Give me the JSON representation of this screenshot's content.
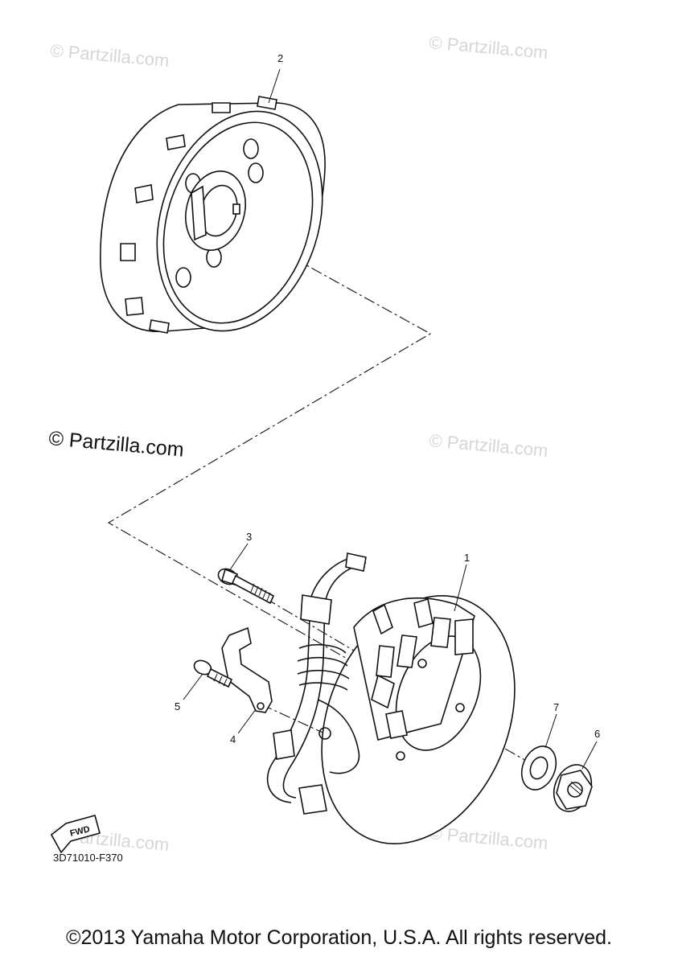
{
  "watermark": {
    "main": "© Partzilla.com",
    "faint": "© Partzilla.com"
  },
  "callouts": {
    "c1": "1",
    "c2": "2",
    "c3": "3",
    "c4": "4",
    "c5": "5",
    "c6": "6",
    "c7": "7"
  },
  "fwd_label": "FWD",
  "part_number": "3D71010-F370",
  "footer": "©2013 Yamaha Motor Corporation, U.S.A. All rights reserved."
}
